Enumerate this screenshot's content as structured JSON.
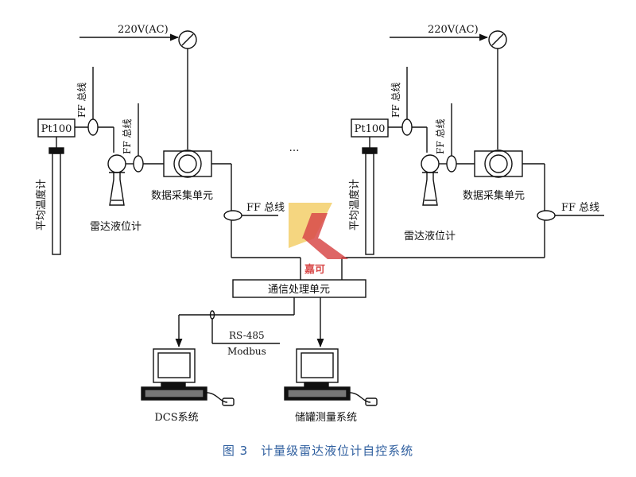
{
  "labels": {
    "power": "220V(AC)",
    "sensor": "Pt100",
    "ff_bus_v": "FF 总线",
    "ff_bus_h": "FF 总线",
    "data_unit": "数据采集单元",
    "radar": "雷达液位计",
    "thermometer": "平均温度计",
    "ellipsis": "…",
    "comm_unit": "通信处理单元",
    "rs485": "RS-485",
    "modbus": "Modbus",
    "dcs": "DCS系统",
    "tank": "储罐测量系统",
    "watermark": "嘉可"
  },
  "caption": "图 3　计量级雷达液位计自控系统",
  "colors": {
    "line": "#111111",
    "caption": "#2f5f9f",
    "watermark_red": "#d84a4a",
    "watermark_yellow": "#f3cf6a"
  }
}
